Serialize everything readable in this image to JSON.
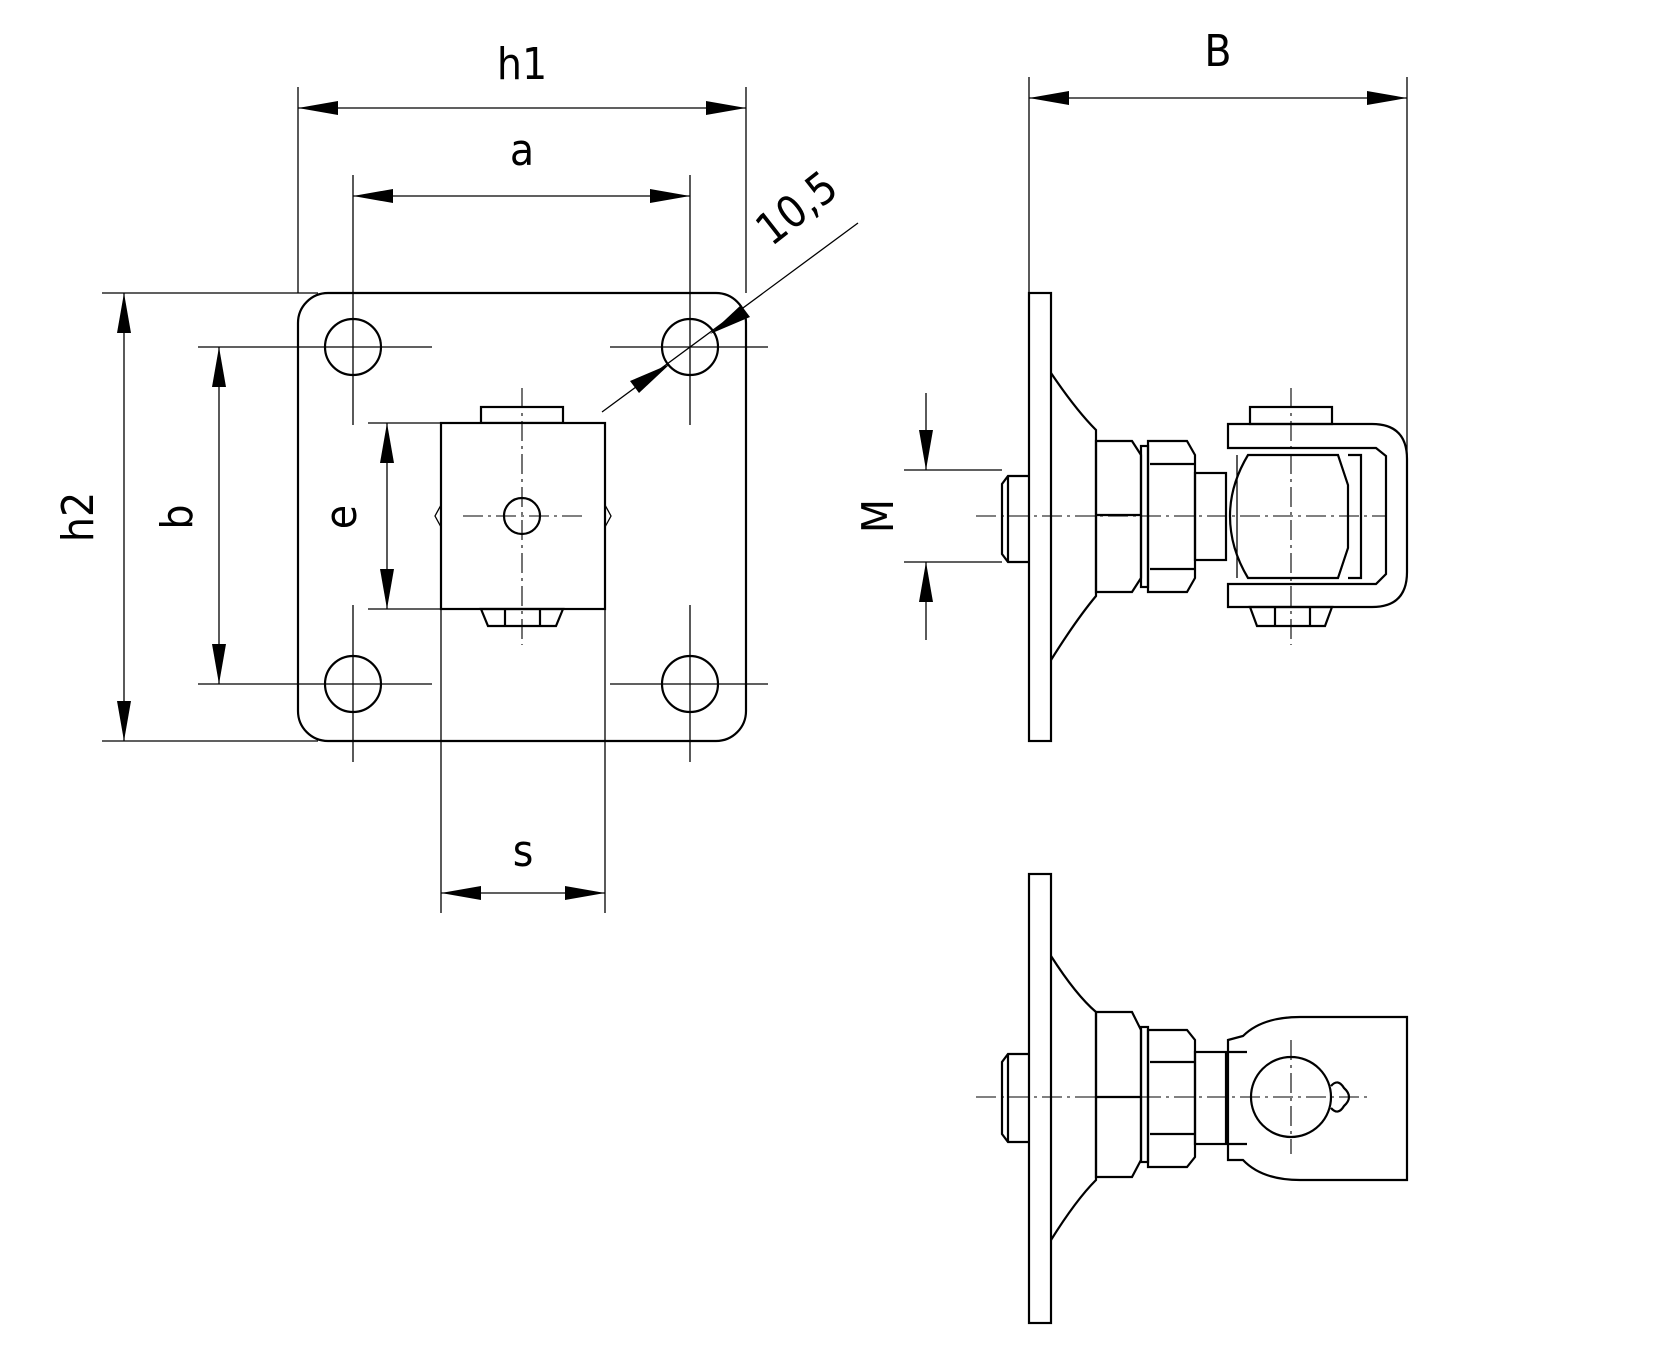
{
  "dimensions": {
    "h1": "h1",
    "a": "a",
    "radius": "10,5",
    "h2": "h2",
    "b": "b",
    "e": "e",
    "s": "s",
    "B": "B",
    "M": "M"
  },
  "colors": {
    "line": "#000000",
    "background": "#ffffff"
  }
}
